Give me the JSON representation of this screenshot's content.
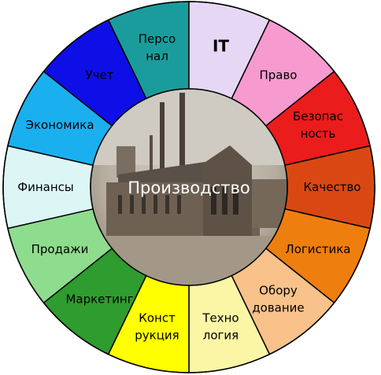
{
  "center": {
    "label": "Производство",
    "image": "factory-photo"
  },
  "sectors": [
    {
      "lines": [
        "Персо",
        "нал"
      ],
      "color": "#1b9c9c"
    },
    {
      "lines": [
        "IT"
      ],
      "color": "#e6d8f5"
    },
    {
      "lines": [
        "Право"
      ],
      "color": "#f79ad0"
    },
    {
      "lines": [
        "Безопас",
        "ность"
      ],
      "color": "#ea1c1c"
    },
    {
      "lines": [
        "Качество"
      ],
      "color": "#d94812"
    },
    {
      "lines": [
        "Логистика"
      ],
      "color": "#ee7e0e"
    },
    {
      "lines": [
        "Обору",
        "дование"
      ],
      "color": "#f8c28a"
    },
    {
      "lines": [
        "Техно",
        "логия"
      ],
      "color": "#fbf5a6"
    },
    {
      "lines": [
        "Конст",
        "рукция"
      ],
      "color": "#ffff00"
    },
    {
      "lines": [
        "Маркетинг"
      ],
      "color": "#2e9c2e"
    },
    {
      "lines": [
        "Продажи"
      ],
      "color": "#8edc8e"
    },
    {
      "lines": [
        "Финансы"
      ],
      "color": "#dcf5f5"
    },
    {
      "lines": [
        "Экономика"
      ],
      "color": "#1ab0f0"
    },
    {
      "lines": [
        "Учет"
      ],
      "color": "#0e0ee6"
    }
  ]
}
